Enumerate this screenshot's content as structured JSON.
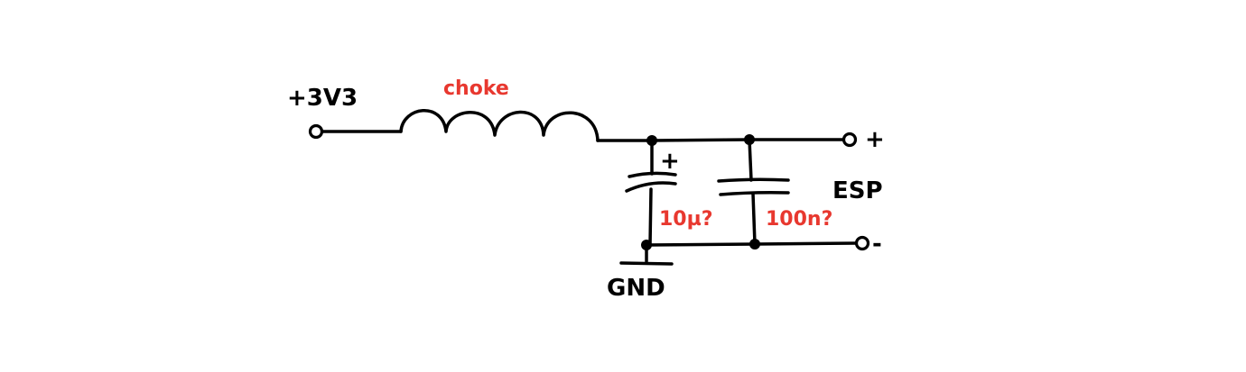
{
  "labels": {
    "supply": "+3V3",
    "inductor": "choke",
    "cap_electrolytic": "10µ?",
    "cap_ceramic": "100n?",
    "ground": "GND",
    "load": "ESP",
    "out_positive": "+",
    "out_negative": "-",
    "cap_polarity": "+"
  },
  "colors": {
    "ink": "#000000",
    "annotation": "#e8382f"
  }
}
